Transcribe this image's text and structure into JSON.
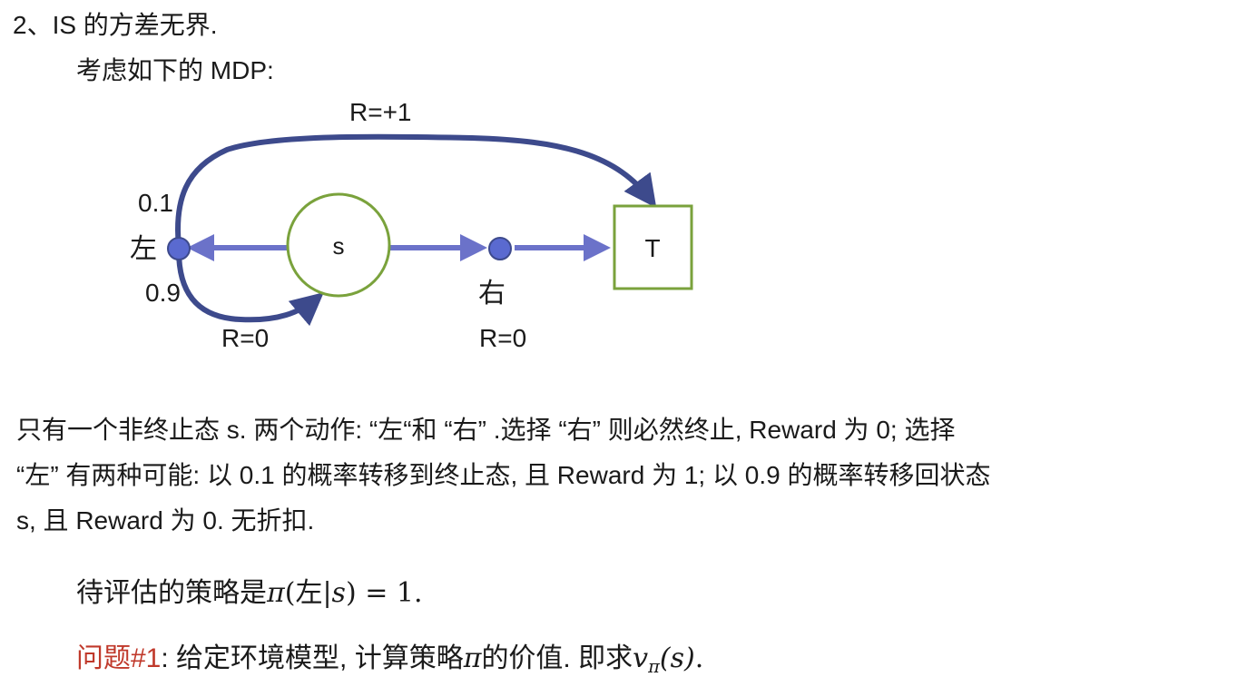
{
  "heading": "2、IS 的方差无界.",
  "intro": "考虑如下的 MDP:",
  "diagram": {
    "state_label": "s",
    "terminal_label": "T",
    "left_label": "左",
    "right_label": "右",
    "reward_top": "R=+1",
    "prob_top": "0.1",
    "prob_bottom": "0.9",
    "reward_loop": "R=0",
    "reward_right": "R=0",
    "colors": {
      "arrow_dark": "#3d4a8c",
      "arrow_light": "#6b72c9",
      "node_fill": "#5a6ad0",
      "state_stroke": "#7aa23c",
      "terminal_stroke": "#7aa23c"
    }
  },
  "description": {
    "line1": "只有一个非终止态 s. 两个动作: “左“和 “右” .选择 “右” 则必然终止, Reward 为 0; 选择",
    "line2": "“左” 有两种可能: 以 0.1 的概率转移到终止态, 且 Reward 为 1; 以 0.9 的概率转移回状态",
    "line3": "s, 且 Reward 为 0. 无折扣."
  },
  "policy": {
    "prefix": "待评估的策略是",
    "pi": "π",
    "open": "(",
    "arg_cn": "左",
    "bar": "|",
    "arg_s": "s",
    "close": ")",
    "eq": " = 1."
  },
  "question": {
    "label": "问题#1",
    "text": ": 给定环境模型, 计算策略",
    "pi": "π",
    "text2": "的价值. 即求",
    "v": "v",
    "v_sub": "π",
    "arg": "(s)",
    "end": "."
  }
}
